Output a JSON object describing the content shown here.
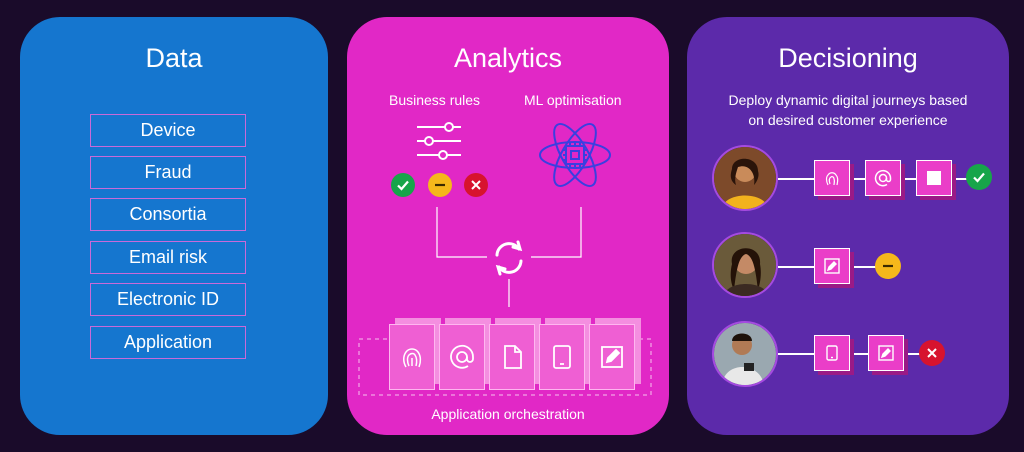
{
  "data_panel": {
    "title": "Data",
    "items": [
      "Device",
      "Fraud",
      "Consortia",
      "Email risk",
      "Electronic ID",
      "Application"
    ]
  },
  "analytics_panel": {
    "title": "Analytics",
    "business_rules_label": "Business rules",
    "ml_label": "ML optimisation",
    "orchestration_label": "Application orchestration",
    "sync_icon": "refresh-cycle-icon"
  },
  "decisioning_panel": {
    "title": "Decisioning",
    "description_line1": "Deploy dynamic digital journeys based",
    "description_line2": "on desired customer experience",
    "journeys": [
      {
        "steps": [
          "fingerprint-icon",
          "email-at-icon",
          "document-icon"
        ],
        "outcome": "approve"
      },
      {
        "steps": [
          "edit-form-icon"
        ],
        "outcome": "review"
      },
      {
        "steps": [
          "tablet-icon",
          "edit-form-icon"
        ],
        "outcome": "decline"
      }
    ]
  },
  "colors": {
    "data_blue": "#1576cf",
    "analytics_pink": "#e128c6",
    "decision_purple": "#5c2aaa",
    "approve_green": "#17a54a",
    "review_yellow": "#f5b81b",
    "decline_red": "#d7132e"
  }
}
